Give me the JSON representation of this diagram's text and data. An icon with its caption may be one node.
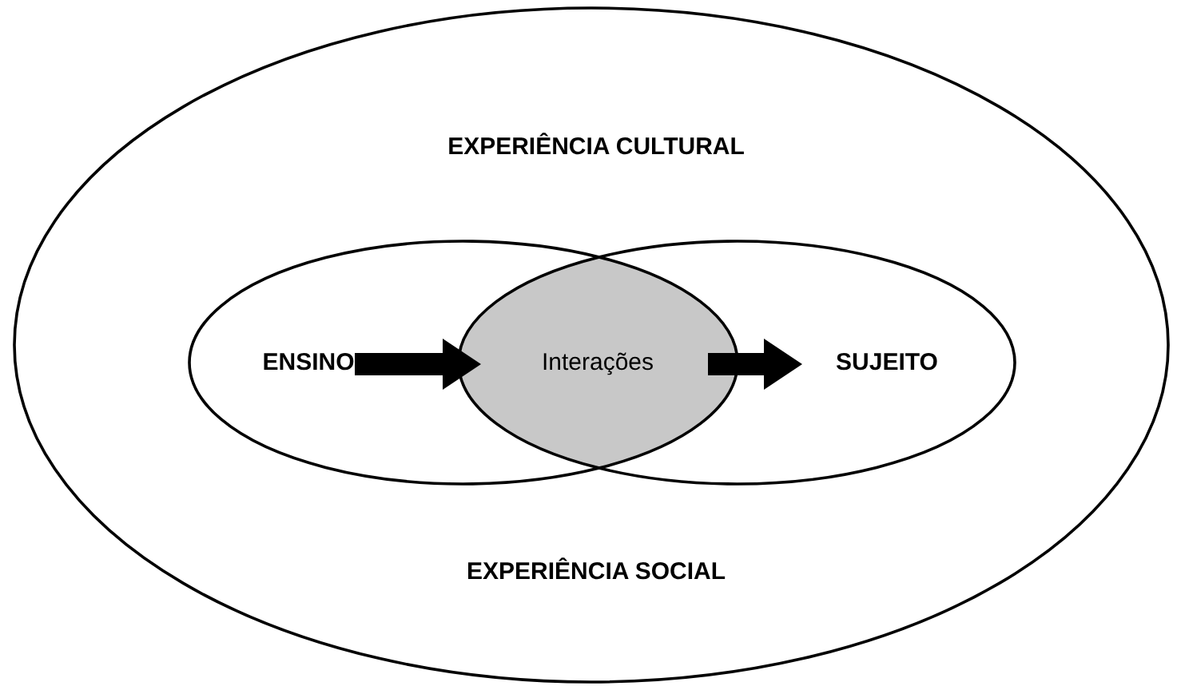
{
  "diagram": {
    "nodes": [
      {
        "text": [
          "EXPERIÊNCIA CULTURAL",
          "EXPERIÊNCIA SOCIAL"
        ]
      },
      {
        "text": [
          "ENSINO"
        ],
        "in": 0
      },
      {
        "text": [
          "Interações"
        ],
        "in": 0
      },
      {
        "text": [
          "SUJEITO"
        ],
        "in": 0
      }
    ],
    "edges": [
      {
        "from": 1,
        "to": 2,
        "arrow": "to"
      },
      {
        "from": 2,
        "to": 3,
        "arrow": "to"
      }
    ]
  }
}
